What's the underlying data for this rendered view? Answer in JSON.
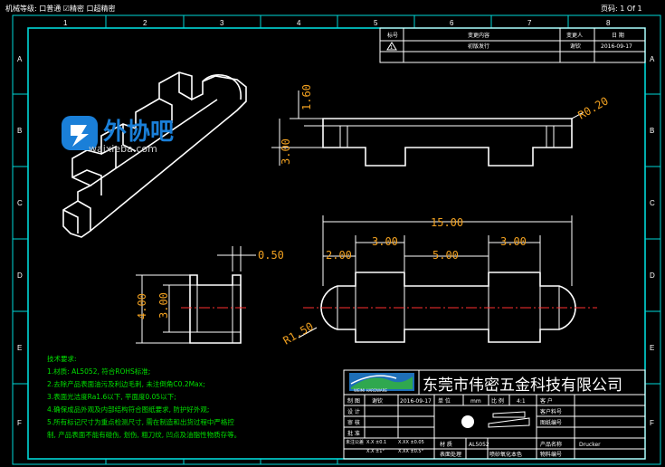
{
  "header": {
    "left": "机械等级: 口普通 ☑精密 口超精密",
    "right": "页码: 1 Of 1"
  },
  "border_refs": {
    "top": [
      "1",
      "2",
      "3",
      "4",
      "5",
      "6",
      "7",
      "8"
    ],
    "side": [
      "A",
      "B",
      "C",
      "D",
      "E",
      "F"
    ]
  },
  "revision_table": {
    "headers": [
      "标号",
      "变更内容",
      "变更人",
      "日 期"
    ],
    "row": [
      "1",
      "初版发行",
      "谢钦",
      "2016-09-17"
    ]
  },
  "watermark": {
    "brand": "外协吧",
    "url": "waixieba.com"
  },
  "dimensions": {
    "side_height": "3.00",
    "side_step": "1.60",
    "corner_radius": "R0.20",
    "overall_length": "15.00",
    "left_end": "2.00",
    "left_block": "3.00",
    "middle": "5.00",
    "right_block": "3.00",
    "end_radius": "R1.50",
    "flange": "0.50",
    "end_outer": "4.00",
    "end_inner": "3.00"
  },
  "notes": {
    "title": "技术要求:",
    "lines": [
      "1.材质: AL5052, 符合ROHS标准;",
      "2.去除产品表面油污及利边毛刺, 未注倒角C0.2Max;",
      "3.表面光洁度Ra1.6以下, 平面度0.05以下;",
      "4.确保成品外观及内部结构符合图纸要求, 防护好外观;",
      "5.所有标记尺寸为重点检测尺寸, 需在制造和出货过程中严格控",
      "制, 产品表面不能有碰伤, 划伤, 粗刀纹, 凹点及油脂性物质存等。"
    ]
  },
  "title_block": {
    "logo_text": "WEIMI HARDWARE",
    "company": "东莞市伟密五金科技有限公司",
    "row1": [
      "制 图",
      "谢钦",
      "2016-09-17",
      "单 位",
      "mm",
      "比 例",
      "4:1",
      "客 户",
      ""
    ],
    "labels_left": [
      "设 计",
      "审 核",
      "批 准"
    ],
    "labels_right": [
      "客户料号",
      "图纸编号"
    ],
    "tolerance": [
      "未注公差",
      "X.X ±0.1",
      "X.XX ±0.05",
      "X.X ±1°",
      "X.XX ±0.5°"
    ],
    "row_last": [
      "材 质",
      "AL5052",
      "表面处理",
      "喷砂氧化本色",
      "产品名称",
      "Drucker",
      "物料编号",
      ""
    ]
  }
}
